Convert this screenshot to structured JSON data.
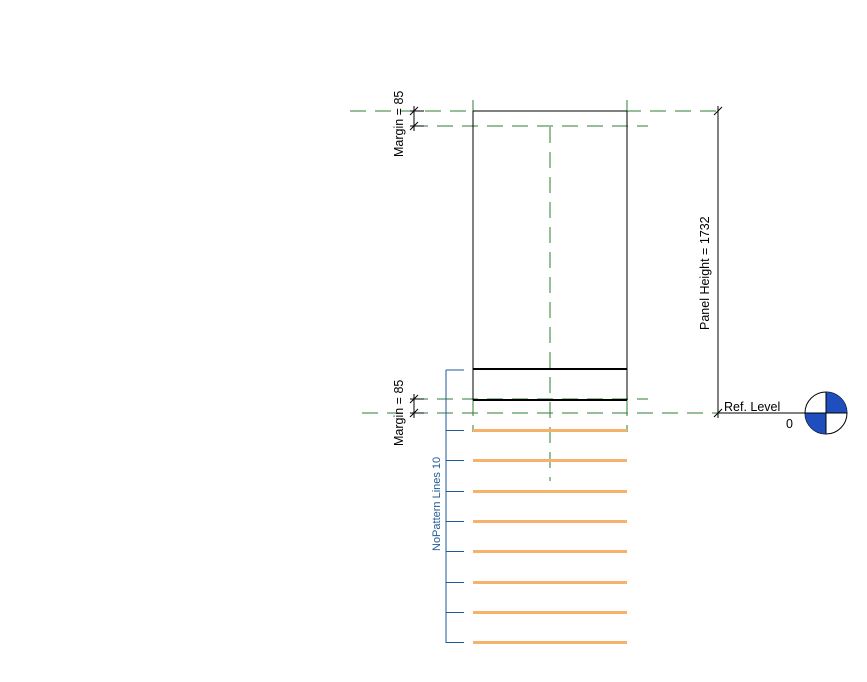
{
  "drawing": {
    "dimensions": {
      "top_margin_label": "Margin = 85",
      "bottom_margin_label": "Margin = 85",
      "panel_height_label": "Panel Height = 1732"
    },
    "level": {
      "name": "Ref. Level",
      "elevation": "0"
    },
    "pattern": {
      "label": "NoPattern Lines 10",
      "line_count": 8
    },
    "colors": {
      "ref_plane": "#2e7d32",
      "geometry": "#000000",
      "annotation": "#1f5a96",
      "pattern_line": "#f6b26b",
      "level_marker": "#1f4fbf"
    }
  }
}
